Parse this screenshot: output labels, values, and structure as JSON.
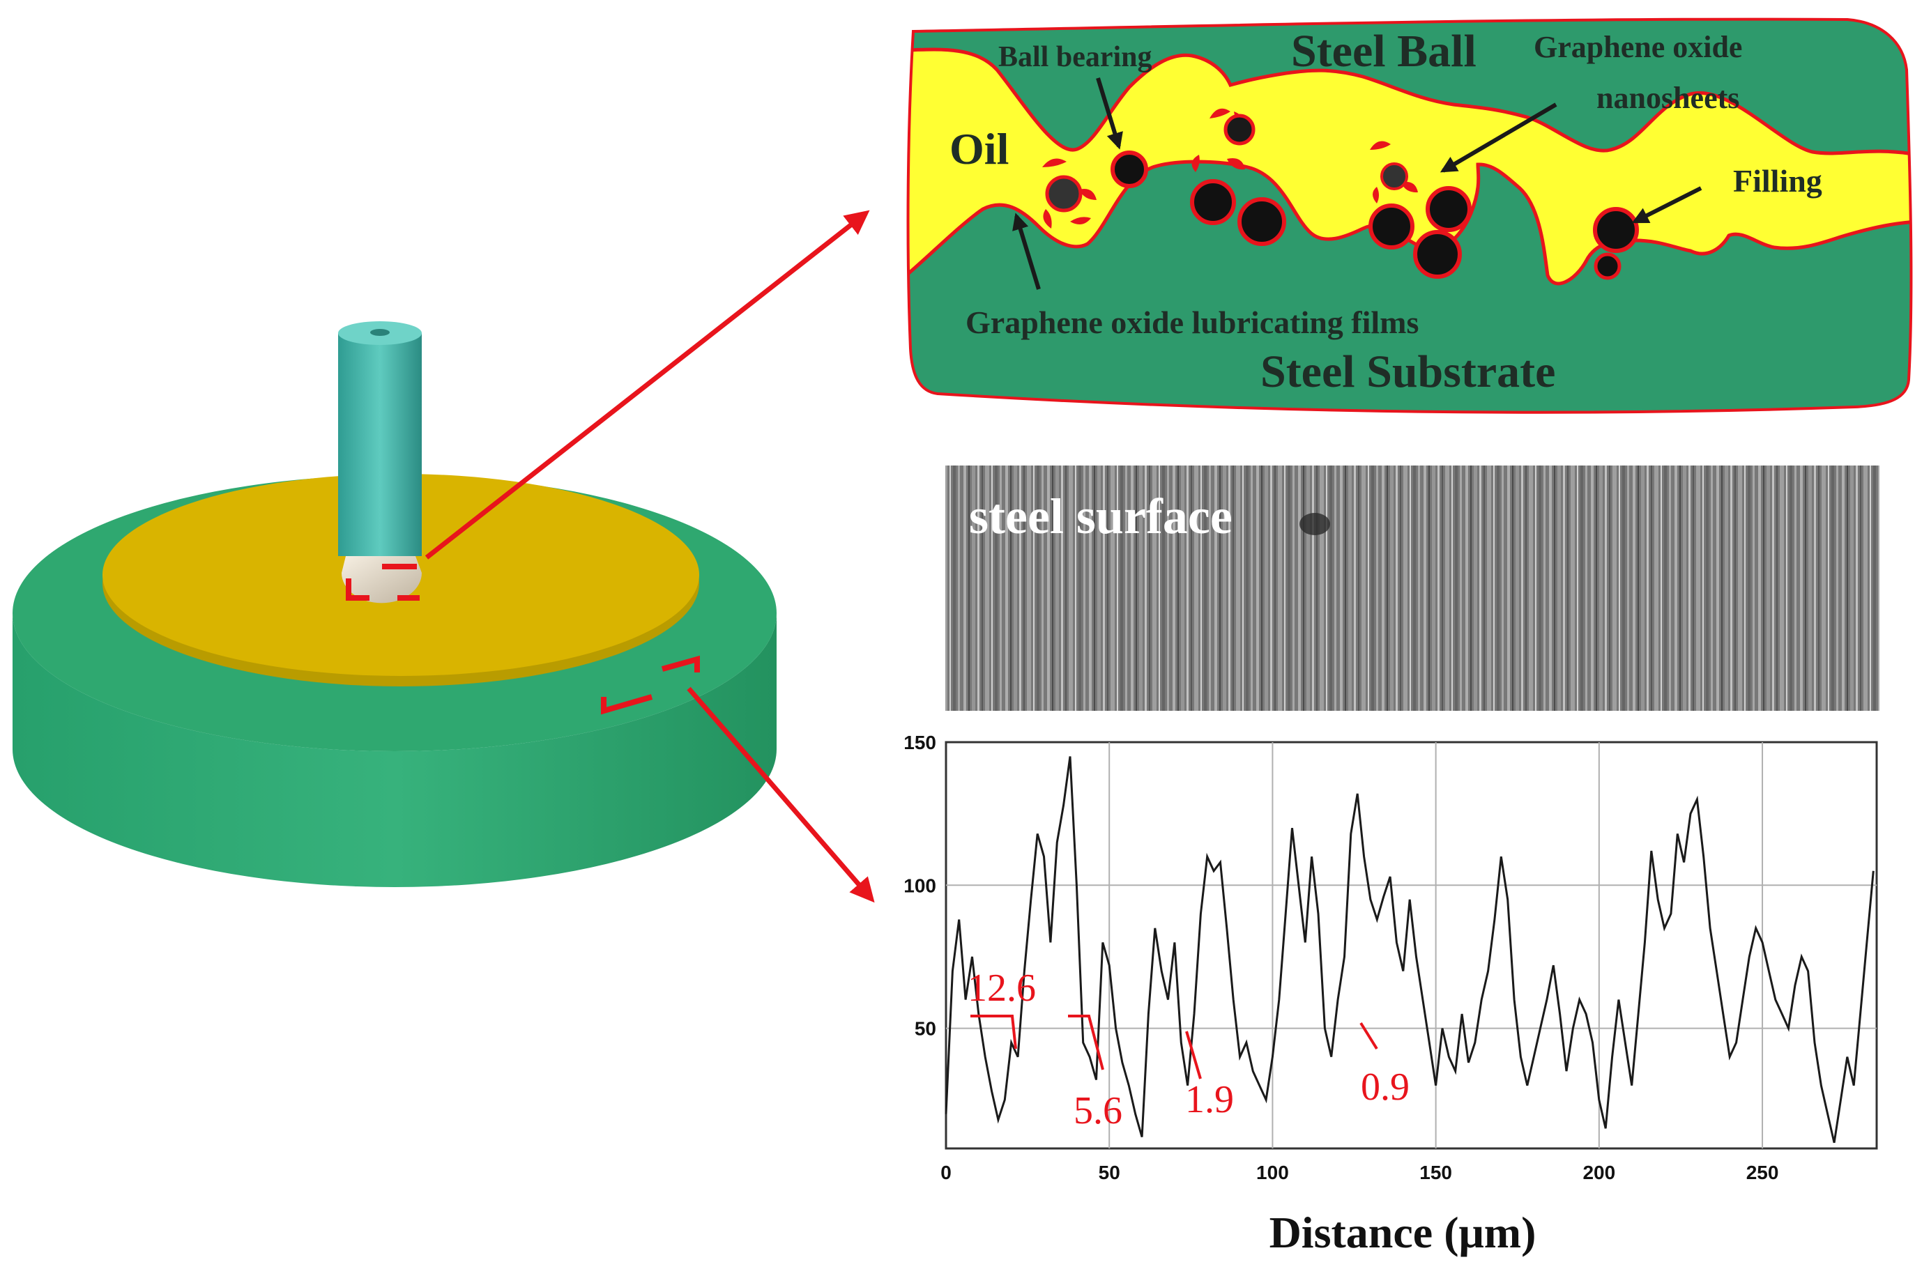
{
  "schematic": {
    "labels": {
      "steel_ball": "Steel Ball",
      "ball_bearing": "Ball bearing",
      "go_nanosheets_line1": "Graphene oxide",
      "go_nanosheets_line2": "nanosheets",
      "oil": "Oil",
      "filling": "Filling",
      "go_films": "Graphene oxide lubricating films",
      "steel_substrate": "Steel Substrate"
    }
  },
  "micrograph": {
    "label": "steel surface"
  },
  "colors": {
    "steel_green": "#2e9a6c",
    "oil_yellow": "#ffff33",
    "film_red": "#e8141c",
    "disc_gold": "#d9b400",
    "pin_teal": "#3fb3a8"
  },
  "chart_data": {
    "type": "line",
    "xlabel": "Distance (μm)",
    "ylabel": "",
    "xlim": [
      0,
      285
    ],
    "ylim": [
      8,
      150
    ],
    "xticks": [
      0,
      50,
      100,
      150,
      200,
      250
    ],
    "yticks": [
      50,
      100,
      150
    ],
    "grid": true,
    "series": [
      {
        "x": [
          0,
          2,
          4,
          6,
          8,
          10,
          12,
          14,
          16,
          18,
          20,
          22,
          24,
          26,
          28,
          30,
          32,
          34,
          36,
          38,
          40,
          42,
          44,
          46,
          48,
          50,
          52,
          54,
          56,
          58,
          60,
          62,
          64,
          66,
          68,
          70,
          72,
          74,
          76,
          78,
          80,
          82,
          84,
          86,
          88,
          90,
          92,
          94,
          96,
          98,
          100,
          102,
          104,
          106,
          108,
          110,
          112,
          114,
          116,
          118,
          120,
          122,
          124,
          126,
          128,
          130,
          132,
          134,
          136,
          138,
          140,
          142,
          144,
          146,
          148,
          150,
          152,
          154,
          156,
          158,
          160,
          162,
          164,
          166,
          168,
          170,
          172,
          174,
          176,
          178,
          180,
          182,
          184,
          186,
          188,
          190,
          192,
          194,
          196,
          198,
          200,
          202,
          204,
          206,
          208,
          210,
          212,
          214,
          216,
          218,
          220,
          222,
          224,
          226,
          228,
          230,
          232,
          234,
          236,
          238,
          240,
          242,
          244,
          246,
          248,
          250,
          252,
          254,
          256,
          258,
          260,
          262,
          264,
          266,
          268,
          270,
          272,
          274,
          276,
          278,
          280,
          282,
          284
        ],
        "values": [
          20,
          70,
          88,
          60,
          75,
          55,
          40,
          28,
          18,
          25,
          45,
          40,
          70,
          95,
          118,
          110,
          80,
          115,
          128,
          145,
          100,
          45,
          40,
          32,
          80,
          72,
          50,
          38,
          30,
          20,
          12,
          55,
          85,
          70,
          60,
          80,
          45,
          30,
          55,
          90,
          110,
          105,
          108,
          85,
          60,
          40,
          45,
          35,
          30,
          25,
          40,
          60,
          90,
          120,
          100,
          80,
          110,
          90,
          50,
          40,
          60,
          75,
          118,
          132,
          110,
          95,
          88,
          96,
          103,
          80,
          70,
          95,
          75,
          60,
          45,
          30,
          50,
          40,
          35,
          55,
          38,
          45,
          60,
          70,
          88,
          110,
          95,
          60,
          40,
          30,
          40,
          50,
          60,
          72,
          55,
          35,
          50,
          60,
          55,
          45,
          25,
          15,
          40,
          60,
          45,
          30,
          55,
          80,
          112,
          95,
          85,
          90,
          118,
          108,
          125,
          130,
          110,
          85,
          70,
          55,
          40,
          45,
          60,
          75,
          85,
          80,
          70,
          60,
          55,
          50,
          65,
          75,
          70,
          45,
          30,
          20,
          10,
          25,
          40,
          30,
          55,
          80,
          105
        ]
      }
    ],
    "annotations": [
      "12.6",
      "5.6",
      "1.9",
      "0.9"
    ]
  }
}
